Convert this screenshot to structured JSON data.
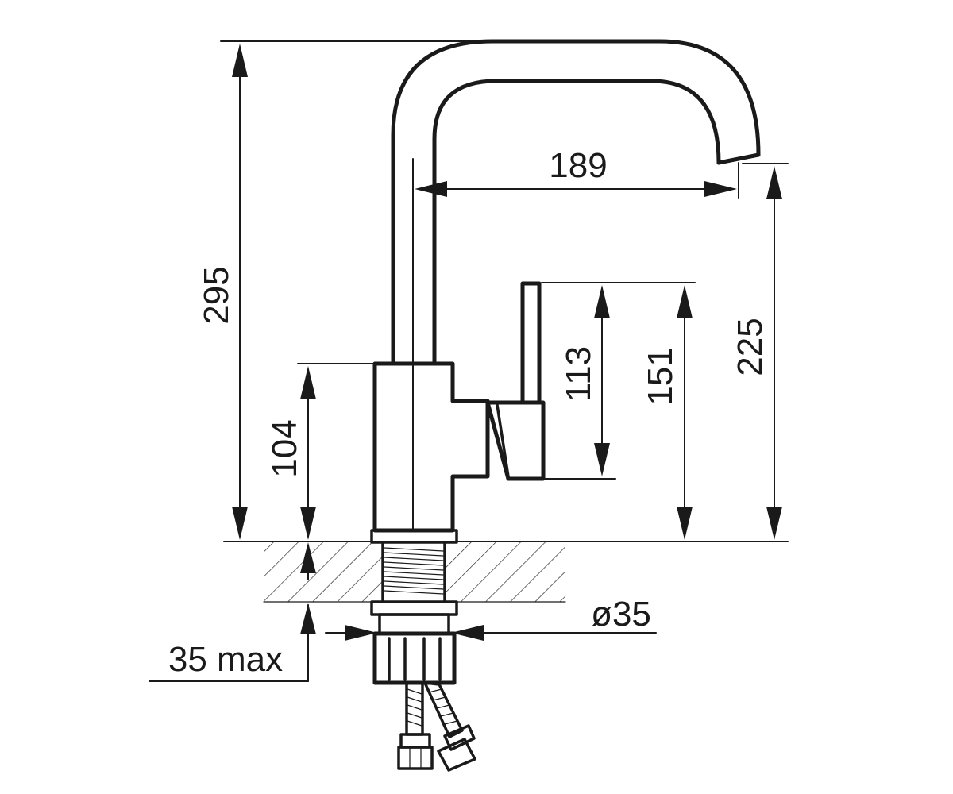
{
  "dimensions": {
    "total_height": "295",
    "spout_reach": "189",
    "spout_height": "225",
    "handle_height": "113",
    "handle_top_height": "151",
    "body_height": "104",
    "mount_diameter": "ø35",
    "max_counter_thickness": "35 max"
  }
}
